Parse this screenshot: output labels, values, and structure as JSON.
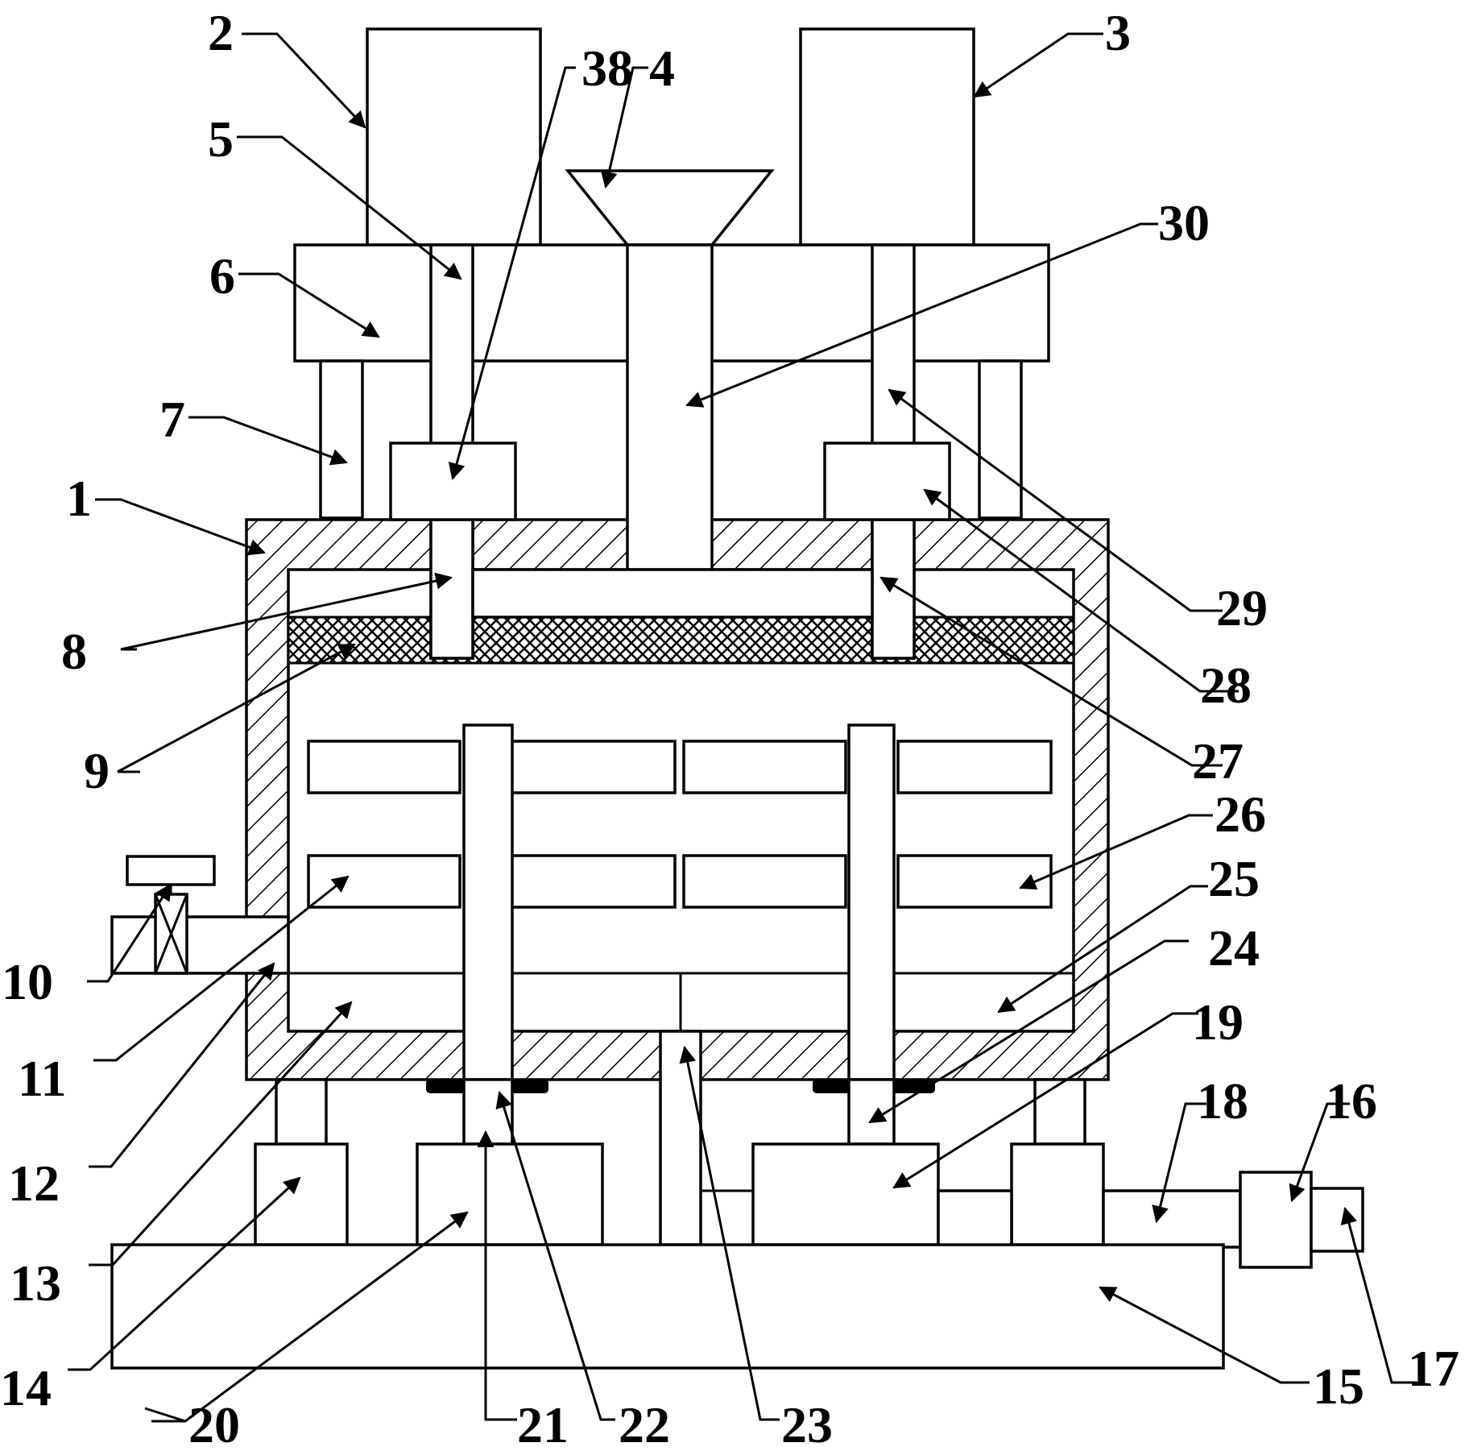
{
  "figure": {
    "type": "patent-schematic",
    "subject": "mixing tank apparatus",
    "line_color": "#000000",
    "background": "#ffffff"
  },
  "labels": {
    "l1": "1",
    "l2": "2",
    "l3": "3",
    "l4": "4",
    "l5": "5",
    "l6": "6",
    "l7": "7",
    "l8": "8",
    "l9": "9",
    "l10": "10",
    "l11": "11",
    "l12": "12",
    "l13": "13",
    "l14": "14",
    "l15": "15",
    "l16": "16",
    "l17": "17",
    "l18": "18",
    "l19": "19",
    "l20": "20",
    "l21": "21",
    "l22": "22",
    "l23": "23",
    "l24": "24",
    "l25": "25",
    "l26": "26",
    "l27": "27",
    "l28": "28",
    "l29": "29",
    "l30": "30",
    "l38": "38"
  }
}
